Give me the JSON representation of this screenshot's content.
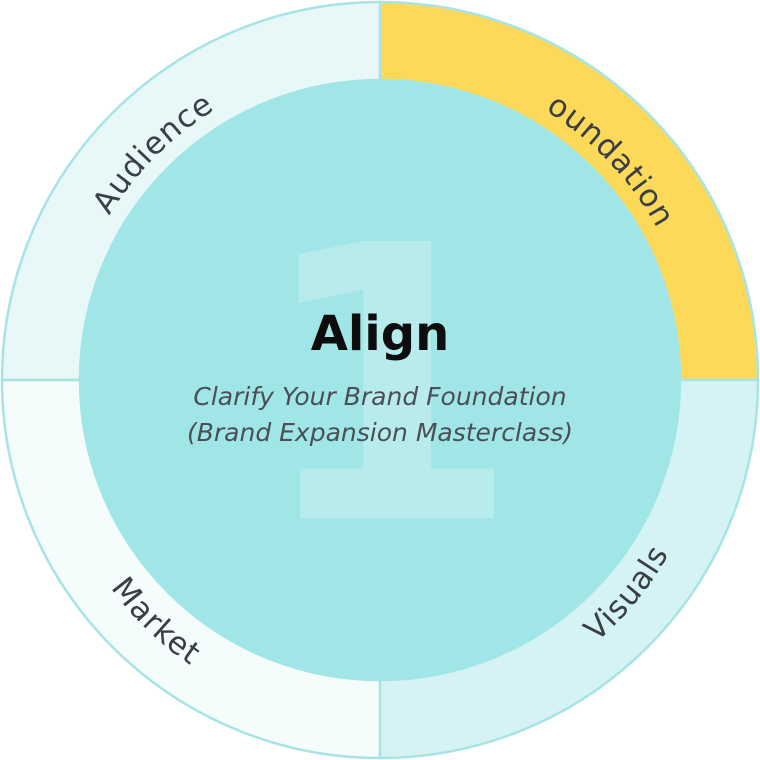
{
  "segments": [
    {
      "key": "audience",
      "label": "Audience",
      "fill": "#e8f8f9",
      "active": false
    },
    {
      "key": "foundation",
      "label": "Foundation",
      "fill": "#fdd95a",
      "active": true
    },
    {
      "key": "visuals",
      "label": "Visuals",
      "fill": "#d5f3f4",
      "active": false
    },
    {
      "key": "market",
      "label": "Market",
      "fill": "#f5fcfc",
      "active": false
    }
  ],
  "center": {
    "numeral": "1",
    "title": "Align",
    "subtitle_line1": "Clarify Your Brand Foundation",
    "subtitle_line2": "(Brand Expansion Masterclass)",
    "fill": "#a0e6e7"
  },
  "colors": {
    "ring_stroke": "#a8e3e5"
  }
}
